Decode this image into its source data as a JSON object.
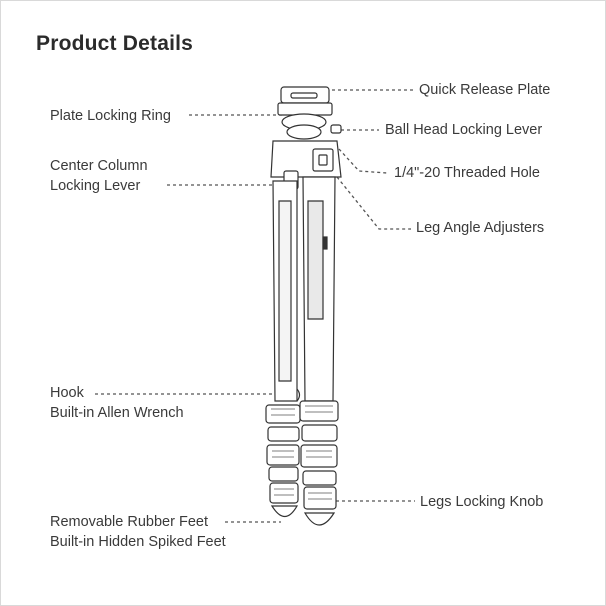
{
  "title": "Product Details",
  "labels": {
    "plate_locking_ring": "Plate Locking Ring",
    "center_column_1": "Center Column",
    "center_column_2": "Locking Lever",
    "hook_1": "Hook",
    "hook_2": "Built-in Allen Wrench",
    "feet_1": "Removable Rubber Feet",
    "feet_2": "Built-in Hidden Spiked Feet",
    "quick_release_plate": "Quick Release Plate",
    "ball_head_lever": "Ball Head Locking Lever",
    "threaded_hole": "1/4\"-20 Threaded Hole",
    "leg_angle_adjusters": "Leg Angle Adjusters",
    "legs_locking_knob": "Legs Locking Knob"
  },
  "colors": {
    "line": "#555555",
    "text": "#3a3a3a",
    "title": "#2b2b2b"
  },
  "icons": [
    "tripod-illustration"
  ]
}
